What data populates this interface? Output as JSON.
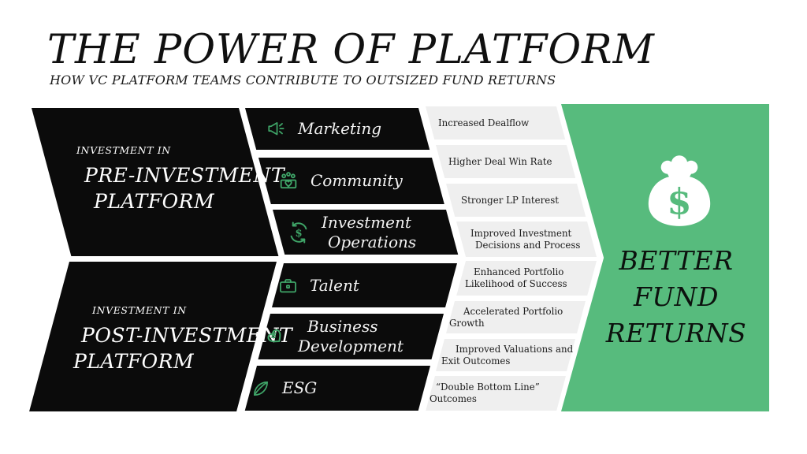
{
  "header": {
    "title": "THE POWER OF PLATFORM",
    "subtitle": "HOW VC PLATFORM TEAMS CONTRIBUTE TO OUTSIZED FUND RETURNS"
  },
  "left_blocks": [
    {
      "eyebrow": "INVESTMENT IN",
      "line1": "PRE-INVESTMENT",
      "line2": "PLATFORM"
    },
    {
      "eyebrow": "INVESTMENT IN",
      "line1": "POST-INVESTMENT",
      "line2": "PLATFORM"
    }
  ],
  "platform_functions": [
    {
      "icon": "megaphone-icon",
      "line1": "Marketing",
      "line2": ""
    },
    {
      "icon": "community-icon",
      "line1": "Community",
      "line2": ""
    },
    {
      "icon": "dollar-cycle-icon",
      "line1": "Investment",
      "line2": "Operations"
    },
    {
      "icon": "briefcase-icon",
      "line1": "Talent",
      "line2": ""
    },
    {
      "icon": "handshake-icon",
      "line1": "Business",
      "line2": "Development"
    },
    {
      "icon": "leaf-icon",
      "line1": "ESG",
      "line2": ""
    }
  ],
  "outcomes": [
    {
      "line1": "Increased Dealflow",
      "line2": ""
    },
    {
      "line1": "Higher Deal Win Rate",
      "line2": ""
    },
    {
      "line1": "Stronger LP Interest",
      "line2": ""
    },
    {
      "line1": "Improved Investment",
      "line2": "Decisions and Process"
    },
    {
      "line1": "Enhanced Portfolio",
      "line2": "Likelihood of Success"
    },
    {
      "line1": "Accelerated Portfolio",
      "line2": "Growth"
    },
    {
      "line1": "Improved Valuations and",
      "line2": "Exit Outcomes"
    },
    {
      "line1": "“Double Bottom Line”",
      "line2": "Outcomes"
    }
  ],
  "result": {
    "icon": "money-bag-icon",
    "currency": "$",
    "line1": "BETTER",
    "line2": "FUND",
    "line3": "RETURNS"
  },
  "colors": {
    "accent_green": "#57bb7d",
    "icon_green": "#3fa568",
    "bar_black": "#0b0b0b",
    "bar_gray": "#efefef"
  }
}
